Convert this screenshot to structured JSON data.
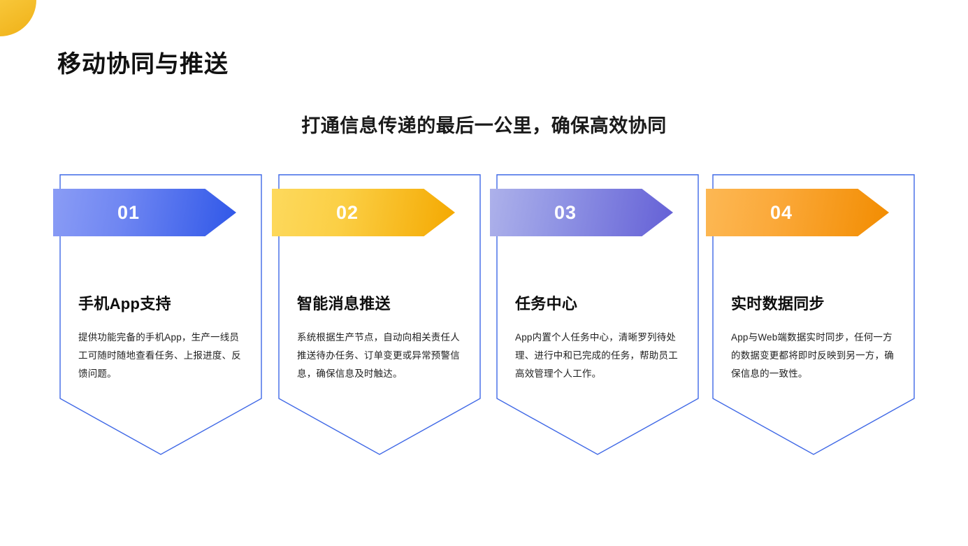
{
  "slide": {
    "title": "移动协同与推送",
    "subtitle": "打通信息传递的最后一公里，确保高效协同",
    "background_color": "#ffffff",
    "accent_border_color": "#3f68e6",
    "corner_decoration_color": "#f9c93d"
  },
  "cards": [
    {
      "number": "01",
      "heading": "手机App支持",
      "text": "提供功能完备的手机App，生产一线员工可随时随地查看任务、上报进度、反馈问题。",
      "badge_color_start": "#8a9cf5",
      "badge_color_end": "#2f57e8"
    },
    {
      "number": "02",
      "heading": "智能消息推送",
      "text": "系统根据生产节点，自动向相关责任人推送待办任务、订单变更或异常预警信息，确保信息及时触达。",
      "badge_color_start": "#fdd95d",
      "badge_color_end": "#f4a800"
    },
    {
      "number": "03",
      "heading": "任务中心",
      "text": "App内置个人任务中心，清晰罗列待处理、进行中和已完成的任务，帮助员工高效管理个人工作。",
      "badge_color_start": "#adb1ea",
      "badge_color_end": "#6460d6"
    },
    {
      "number": "04",
      "heading": "实时数据同步",
      "text": "App与Web端数据实时同步，任何一方的数据变更都将即时反映到另一方，确保信息的一致性。",
      "badge_color_start": "#fcb854",
      "badge_color_end": "#f28c00"
    }
  ]
}
